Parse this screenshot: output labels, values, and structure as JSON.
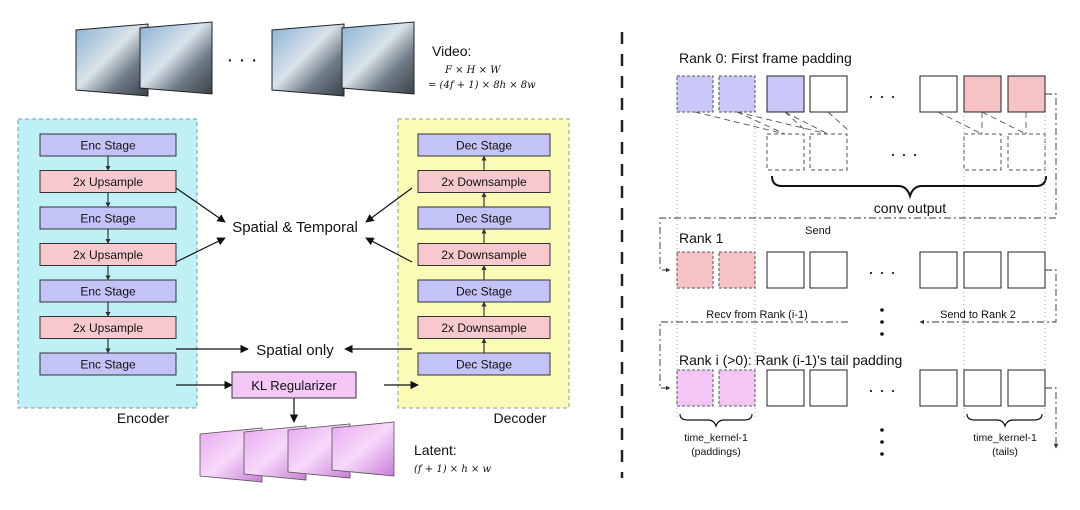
{
  "left": {
    "video_label": "Video:",
    "video_formula_1": "F × H × W",
    "video_formula_2": "= (4f + 1) × 8h × 8w",
    "ellipsis": "· · ·",
    "encoder": {
      "title": "Encoder",
      "blocks": [
        "Enc Stage",
        "2x Upsample",
        "Enc Stage",
        "2x Upsample",
        "Enc Stage",
        "2x Upsample",
        "Enc Stage"
      ]
    },
    "decoder": {
      "title": "Decoder",
      "blocks": [
        "Dec Stage",
        "2x Downsample",
        "Dec Stage",
        "2x Downsample",
        "Dec Stage",
        "2x Downsample",
        "Dec Stage"
      ]
    },
    "spatial_temporal": "Spatial  & Temporal",
    "spatial_only": "Spatial only",
    "kl": "KL Regularizer",
    "latent_label": "Latent:",
    "latent_formula": "(f + 1) × h × w"
  },
  "right": {
    "rank0": "Rank 0: First frame padding",
    "conv_output": "conv output",
    "send": "Send",
    "rank1": "Rank 1",
    "recv": "Recv from Rank (i-1)",
    "send_rank2": "Send to Rank 2",
    "ranki": "Rank i (>0): Rank (i-1)'s tail padding",
    "tk_left_1": "time_kernel-1",
    "tk_left_2": "(paddings)",
    "tk_right_1": "time_kernel-1",
    "tk_right_2": "(tails)",
    "ellipsis": "· · ·"
  },
  "colors": {
    "enc_bg": "#bff0f5",
    "dec_bg": "#fbfbb8",
    "stage": "#c4c3f7",
    "sample": "#f7c9cf",
    "kl": "#f3c6f6",
    "rank_blue": "#c9c8f8",
    "rank_red": "#f6c2c6",
    "rank_pink": "#f3c6f6"
  }
}
